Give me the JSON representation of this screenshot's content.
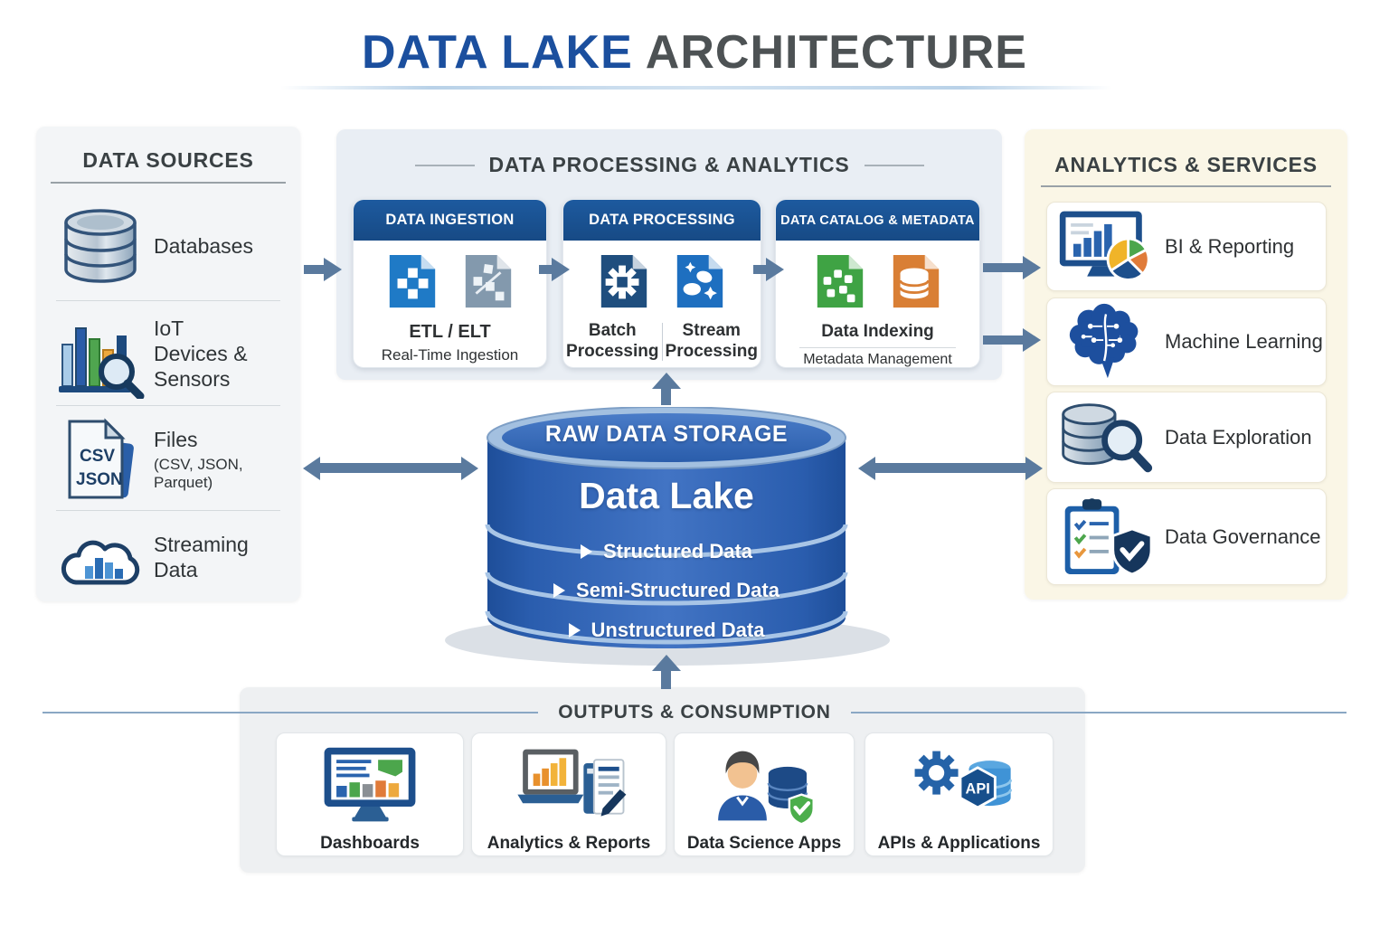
{
  "title": {
    "primary": "DATA LAKE",
    "secondary": "ARCHITECTURE"
  },
  "sections": {
    "data_sources": {
      "heading": "DATA SOURCES",
      "items": [
        {
          "label": "Databases",
          "icon": "database-icon"
        },
        {
          "label": "IoT Devices & Sensors",
          "icon": "iot-sensors-icon"
        },
        {
          "label": "Files",
          "sublabel": "(CSV, JSON, Parquet)",
          "icon": "files-icon",
          "icon_text_line1": "CSV",
          "icon_text_line2": "JSON"
        },
        {
          "label": "Streaming Data",
          "icon": "streaming-cloud-icon"
        }
      ]
    },
    "processing": {
      "heading": "DATA PROCESSING & ANALYTICS",
      "cards": [
        {
          "header": "DATA INGESTION",
          "lines": [
            "ETL / ELT",
            "Real-Time Ingestion"
          ]
        },
        {
          "header": "DATA PROCESSING",
          "columns": [
            "Batch Processing",
            "Stream Processing"
          ]
        },
        {
          "header": "DATA CATALOG & METADATA",
          "lines": [
            "Data Indexing",
            "Metadata Management"
          ]
        }
      ]
    },
    "analytics_services": {
      "heading": "ANALYTICS & SERVICES",
      "items": [
        {
          "label": "BI & Reporting",
          "icon": "bi-reporting-icon"
        },
        {
          "label": "Machine Learning",
          "icon": "machine-learning-icon"
        },
        {
          "label": "Data Exploration",
          "icon": "data-exploration-icon"
        },
        {
          "label": "Data Governance",
          "icon": "data-governance-icon"
        }
      ]
    },
    "data_lake": {
      "header": "RAW DATA STORAGE",
      "title": "Data Lake",
      "layers": [
        "Structured Data",
        "Semi-Structured Data",
        "Unstructured Data"
      ]
    },
    "outputs": {
      "heading": "OUTPUTS & CONSUMPTION",
      "items": [
        {
          "label": "Dashboards",
          "icon": "dashboards-icon"
        },
        {
          "label": "Analytics & Reports",
          "icon": "analytics-reports-icon"
        },
        {
          "label": "Data Science Apps",
          "icon": "data-science-icon"
        },
        {
          "label": "APIs & Applications",
          "icon": "api-applications-icon",
          "badge": "API"
        }
      ]
    }
  },
  "colors": {
    "title_blue": "#1b4f9e",
    "title_gray": "#4d5254",
    "card_header_blue": "#1a5494",
    "arrow_slate": "#5a7a9e",
    "cylinder_blue": "#2c5fae",
    "panel_sources_bg": "#f3f5f7",
    "panel_processing_bg": "#e9eef4",
    "panel_services_bg": "#faf6e6",
    "panel_outputs_bg": "#eef0f2"
  }
}
